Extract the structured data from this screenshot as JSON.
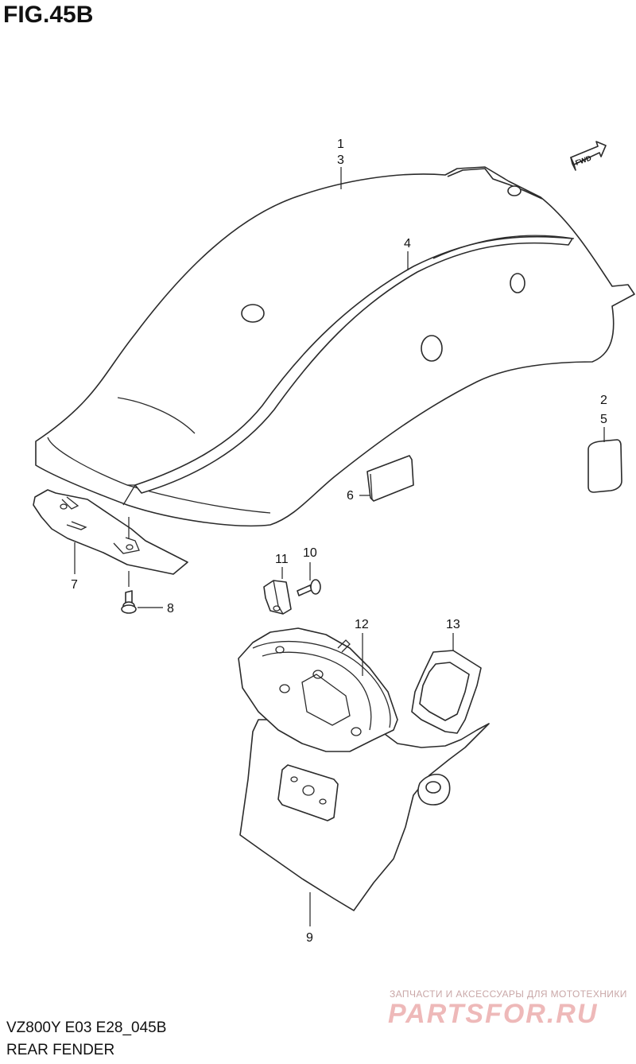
{
  "figure": {
    "title": "FIG.45B",
    "model_code": "VZ800Y E03 E28_045B",
    "section_name": "REAR FENDER",
    "fwd_arrow_label": "FWD"
  },
  "callouts": [
    {
      "id": "c1",
      "text": "1"
    },
    {
      "id": "c3",
      "text": "3"
    },
    {
      "id": "c4",
      "text": "4"
    },
    {
      "id": "c2",
      "text": "2"
    },
    {
      "id": "c5",
      "text": "5"
    },
    {
      "id": "c6",
      "text": "6"
    },
    {
      "id": "c7",
      "text": "7"
    },
    {
      "id": "c8",
      "text": "8"
    },
    {
      "id": "c9",
      "text": "9"
    },
    {
      "id": "c10",
      "text": "10"
    },
    {
      "id": "c11",
      "text": "11"
    },
    {
      "id": "c12",
      "text": "12"
    },
    {
      "id": "c13",
      "text": "13"
    }
  ],
  "watermark": {
    "tagline": "ЗАПЧАСТИ И АКСЕССУАРЫ ДЛЯ МОТОТЕХНИКИ",
    "logo": "PARTSFOR.RU"
  }
}
